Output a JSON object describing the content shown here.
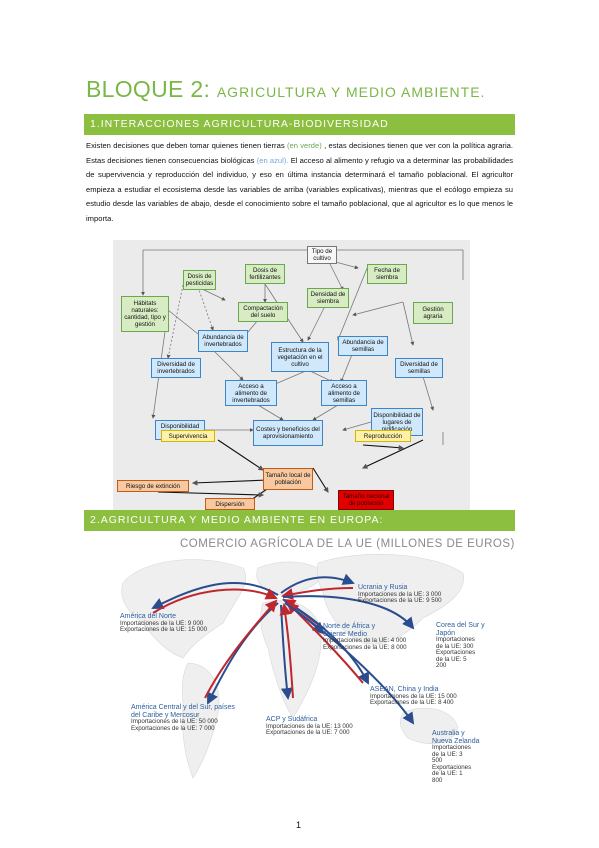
{
  "title": {
    "main": "BLOQUE 2:",
    "sub": "AGRICULTURA Y MEDIO AMBIENTE."
  },
  "section1": {
    "heading": "1.INTERACCIONES AGRICULTURA-BIODIVERSIDAD",
    "p1": "Existen decisiones que deben tomar quienes tienen tierras ",
    "p_green": "(en verde)",
    "p2": " , estas decisiones tienen que ver con la política agraria. Estas decisiones tienen consecuencias biológicas ",
    "p_blue": "(en azul).",
    "p3": " El acceso al alimento y refugio va a determinar las probabilidades de supervivencia y reproducción del individuo, y eso en última instancia determinará el tamaño poblacional. El agricultor empieza a estudiar el ecosistema desde las variables de arriba (variables explicativas), mientras que el ecólogo empieza su estudio desde las variables de abajo, desde el conocimiento sobre el tamaño poblacional, que al agricultor es lo que menos le importa."
  },
  "diagram": {
    "boxes": {
      "tipo_cultivo": "Tipo de cultivo",
      "dosis_pesticidas": "Dosis de pesticidas",
      "dosis_fertilizantes": "Dosis de fertilizantes",
      "fecha_siembra": "Fecha de siembra",
      "densidad_siembra": "Densidad de siembra",
      "habitats": "Hábitats naturales: cantidad, tipo y gestión",
      "compactacion": "Compactación del suelo",
      "gestion_agraria": "Gestión agraria",
      "abundancia_invertebrados": "Abundancia de invertebrados",
      "estructura_vegetacion": "Estructura de la vegetación en el cultivo",
      "abundancia_semillas": "Abundancia de semillas",
      "diversidad_invertebrados": "Diversidad de invertebrados",
      "diversidad_semillas": "Diversidad de semillas",
      "acceso_invertebrados": "Acceso a alimento de invertebrados",
      "acceso_semillas": "Acceso a alimento de semillas",
      "disponibilidad_refugios": "Disponibilidad de refugios",
      "costes_beneficios": "Costes y beneficios del aprovisionamiento",
      "disponibilidad_lugares": "Disponibilidad de lugares de nidificación",
      "supervivencia": "Supervivencia",
      "reproduccion": "Reproducción",
      "tamano_local": "Tamaño local de población",
      "riesgo_extincion": "Riesgo de extinción",
      "dispersion": "Dispersión",
      "tamano_nacional": "Tamaño nacional de población"
    }
  },
  "section2": {
    "heading": "2.AGRICULTURA Y MEDIO AMBIENTE EN EUROPA:"
  },
  "map": {
    "title": "COMERCIO AGRÍCOLA DE LA UE (MILLONES DE EUROS)",
    "regions": [
      {
        "name": "América del Norte",
        "imp": "Importaciones de la UE: 9 000",
        "exp": "Exportaciones de la UE: 15 000"
      },
      {
        "name": "Ucrania y Rusia",
        "imp": "Importaciones de la UE: 3 000",
        "exp": "Exportaciones de la UE: 9 500"
      },
      {
        "name": "Norte de África y Oriente Medio",
        "imp": "Importaciones de la UE: 4 000",
        "exp": "Exportaciones de la UE: 8 000"
      },
      {
        "name": "Corea del Sur y Japón",
        "imp": "Importaciones de la UE: 300",
        "exp": "Exportaciones de la UE: 5 200"
      },
      {
        "name": "ASEAN, China y India",
        "imp": "Importaciones de la UE: 15 000",
        "exp": "Exportaciones de la UE: 8 400"
      },
      {
        "name": "América Central y del Sur, países del Caribe y Mercosur",
        "imp": "Importaciones de la UE: 50 000",
        "exp": "Exportaciones de la UE: 7 000"
      },
      {
        "name": "ACP y Sudáfrica",
        "imp": "Importaciones de la UE: 13 000",
        "exp": "Exportaciones de la UE: 7 000"
      },
      {
        "name": "Australia y Nueva Zelanda",
        "imp": "Importaciones de la UE: 3 500",
        "exp": "Exportaciones de la UE: 1 800"
      }
    ]
  },
  "page_number": "1"
}
